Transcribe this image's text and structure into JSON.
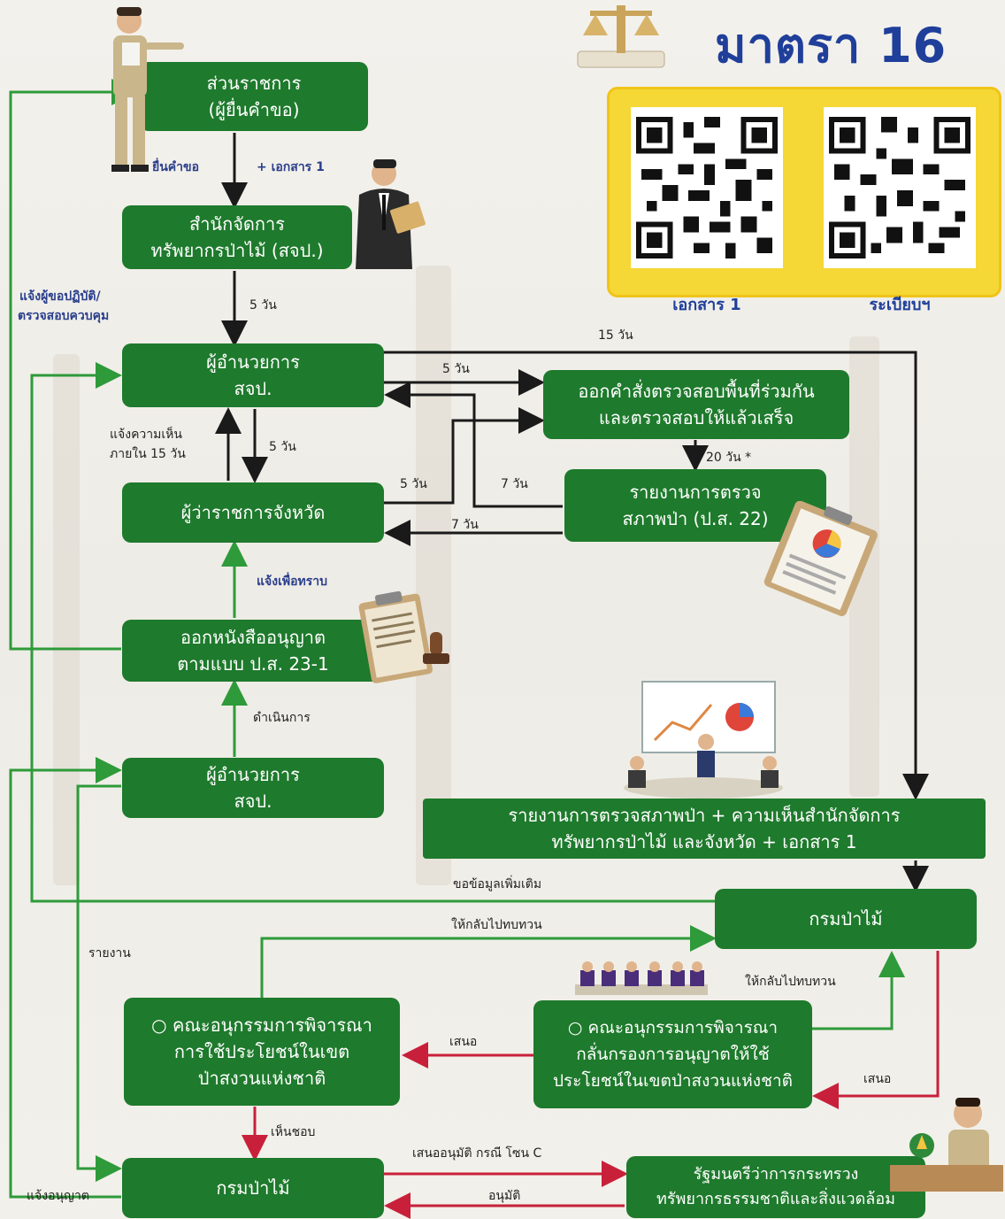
{
  "title": "มาตรา 16",
  "qr": [
    {
      "caption": "เอกสาร 1"
    },
    {
      "caption": "ระเบียบฯ"
    }
  ],
  "boxes": {
    "applicant": [
      "ส่วนราชการ",
      "(ผู้ยื่นคำขอ)"
    ],
    "office": [
      "สำนักจัดการ",
      "ทรัพยากรป่าไม้ (สจป.)"
    ],
    "director1": [
      "ผู้อำนวยการ",
      "สจป."
    ],
    "inspect_order": [
      "ออกคำสั่งตรวจสอบพื้นที่ร่วมกัน",
      "และตรวจสอบให้แล้วเสร็จ"
    ],
    "governor": [
      "ผู้ว่าราชการจังหวัด"
    ],
    "forest_report": [
      "รายงานการตรวจ",
      "สภาพป่า (ป.ส. 22)"
    ],
    "permit": [
      "ออกหนังสืออนุญาต",
      "ตามแบบ ป.ส. 23-1"
    ],
    "director2": [
      "ผู้อำนวยการ",
      "สจป."
    ],
    "report_combined": [
      "รายงานการตรวจสภาพป่า + ความเห็นสำนักจัดการ",
      "ทรัพยากรป่าไม้ และจังหวัด + เอกสาร 1"
    ],
    "rfd1": [
      "กรมป่าไม้"
    ],
    "committee_left": [
      "○ คณะอนุกรรมการพิจารณา",
      "การใช้ประโยชน์ในเขต",
      "ป่าสงวนแห่งชาติ"
    ],
    "committee_right": [
      "○ คณะอนุกรรมการพิจารณา",
      "กลั่นกรองการอนุญาตให้ใช้",
      "ประโยชน์ในเขตป่าสงวนแห่งชาติ"
    ],
    "rfd2": [
      "กรมป่าไม้"
    ],
    "minister": [
      "รัฐมนตรีว่าการกระทรวง",
      "ทรัพยากรธรรมชาติและสิ่งแวดล้อม"
    ]
  },
  "labels": {
    "submit": "ยื่นคำขอ",
    "doc1": "+ เอกสาร 1",
    "notify_left_1": "แจ้งผู้ขอปฏิบัติ/",
    "notify_left_2": "ตรวจสอบควบคุม",
    "d5a": "5 วัน",
    "d15": "15 วัน",
    "d5b": "5 วัน",
    "opinion_1": "แจ้งความเห็น",
    "opinion_2": "ภายใน 15 วัน",
    "d5c": "5 วัน",
    "d20": "20 วัน *",
    "d5d": "5 วัน",
    "d7a": "7 วัน",
    "d7b": "7 วัน",
    "inform": "แจ้งเพื่อทราบ",
    "proceed": "ดำเนินการ",
    "more_info": "ขอข้อมูลเพิ่มเติม",
    "review1": "ให้กลับไปทบทวน",
    "report": "รายงาน",
    "review2": "ให้กลับไปทบทวน",
    "propose1": "เสนอ",
    "propose2": "เสนอ",
    "agree": "เห็นชอบ",
    "propose_zone_c": "เสนออนุมัติ กรณี โซน C",
    "approve": "อนุมัติ",
    "notify_permit": "แจ้งอนุญาต"
  },
  "colors": {
    "box": "#1e7a2c",
    "arrow_black": "#1a1a1a",
    "arrow_green": "#2e9a3a",
    "arrow_red": "#c8203a",
    "title": "#1f3f9a",
    "qr_panel": "#f5d735"
  }
}
